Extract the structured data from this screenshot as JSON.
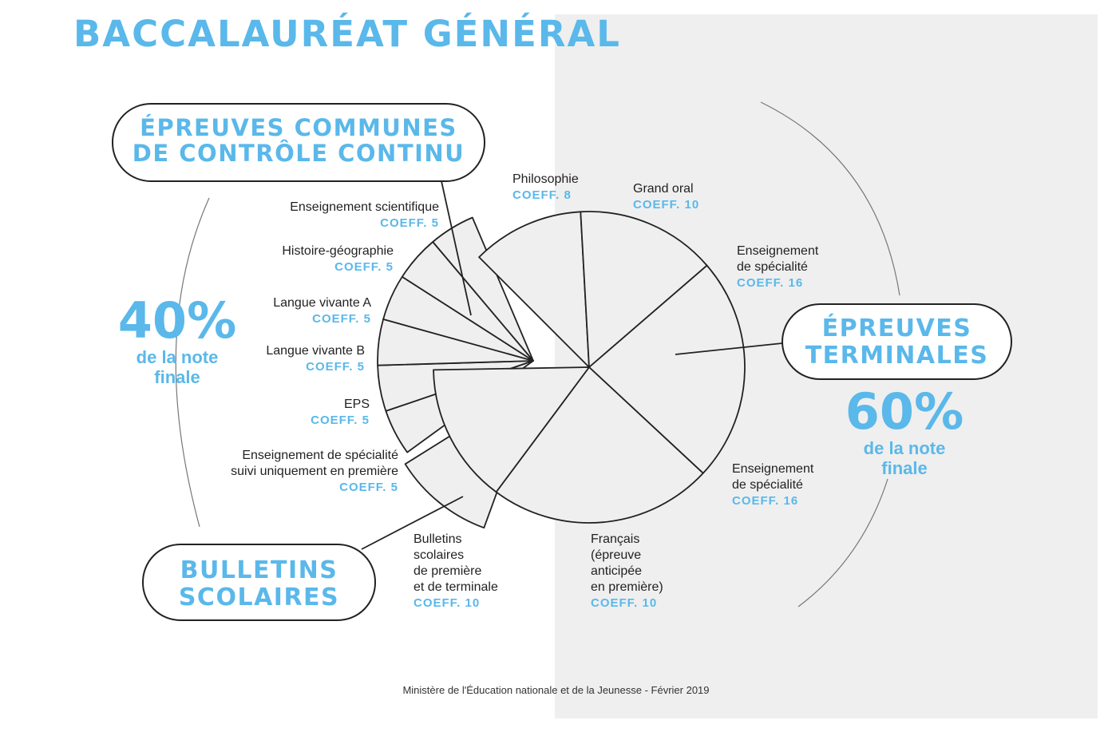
{
  "title": "BACCALAURÉAT GÉNÉRAL",
  "controle_continu": {
    "heading_line1": "ÉPREUVES COMMUNES",
    "heading_line2": "DE CONTRÔLE CONTINU",
    "percent": "40%",
    "percent_sub1": "de la note",
    "percent_sub2": "finale",
    "items": [
      {
        "name": "Enseignement scientifique",
        "coeff": "COEFF. 5"
      },
      {
        "name": "Histoire-géographie",
        "coeff": "COEFF. 5"
      },
      {
        "name": "Langue vivante A",
        "coeff": "COEFF. 5"
      },
      {
        "name": "Langue vivante B",
        "coeff": "COEFF. 5"
      },
      {
        "name": "EPS",
        "coeff": "COEFF. 5"
      },
      {
        "name_line1": "Enseignement de spécialité",
        "name_line2": "suivi uniquement en première",
        "coeff": "COEFF. 5"
      }
    ]
  },
  "bulletins": {
    "heading_line1": "BULLETINS",
    "heading_line2": "SCOLAIRES",
    "lines": [
      "Bulletins",
      "scolaires",
      "de première",
      "et de terminale"
    ],
    "coeff": "COEFF. 10"
  },
  "terminales": {
    "heading_line1": "ÉPREUVES",
    "heading_line2": "TERMINALES",
    "percent": "60%",
    "percent_sub1": "de la note",
    "percent_sub2": "finale",
    "items": [
      {
        "name": "Philosophie",
        "coeff": "COEFF. 8"
      },
      {
        "name": "Grand oral",
        "coeff": "COEFF. 10"
      },
      {
        "name_line1": "Enseignement",
        "name_line2": "de spécialité",
        "coeff": "COEFF. 16"
      },
      {
        "name_line1": "Enseignement",
        "name_line2": "de spécialité",
        "coeff": "COEFF. 16"
      },
      {
        "lines": [
          "Français",
          "(épreuve",
          "anticipée",
          "en première)"
        ],
        "coeff": "COEFF. 10"
      }
    ]
  },
  "footer": "Ministère de l'Éducation nationale et de la Jeunesse - Février 2019",
  "colors": {
    "accent": "#5ab8ea",
    "slice_fill": "#efefef",
    "panel": "#efefef",
    "stroke": "#222222"
  }
}
